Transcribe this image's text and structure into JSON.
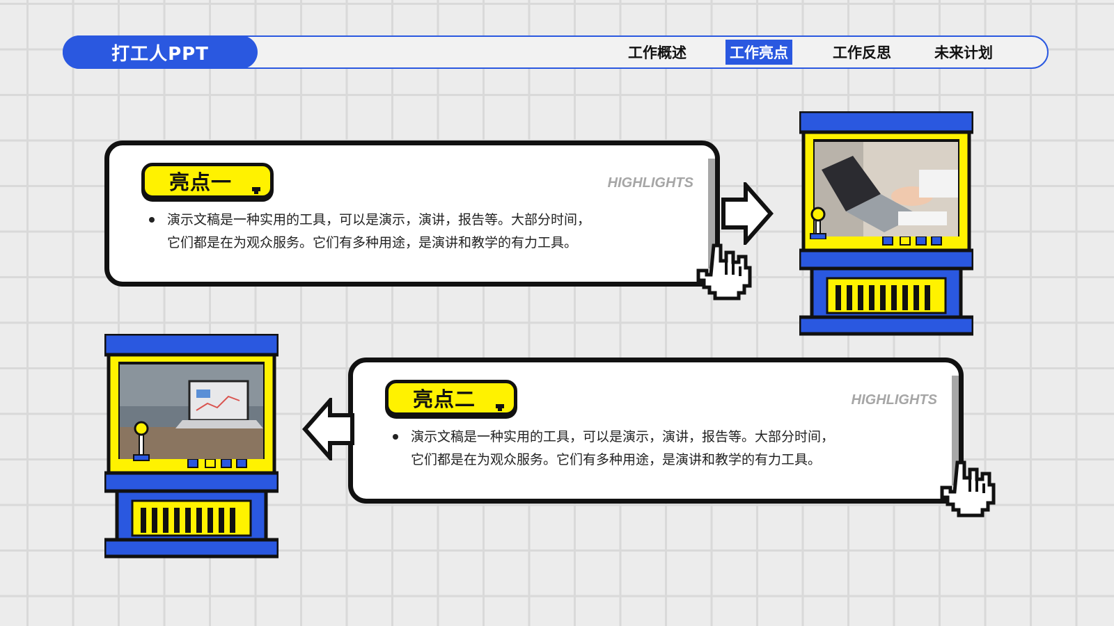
{
  "nav": {
    "brand": "打工人PPT",
    "items": [
      {
        "label": "工作概述",
        "active": false
      },
      {
        "label": "工作亮点",
        "active": true
      },
      {
        "label": "工作反思",
        "active": false
      },
      {
        "label": "未来计划",
        "active": false
      }
    ]
  },
  "highlights": [
    {
      "title": "亮点一",
      "tag": "HIGHLIGHTS",
      "line1": "演示文稿是一种实用的工具，可以是演示，演讲，报告等。大部分时间，",
      "line2": "它们都是在为观众服务。它们有多种用途，是演讲和教学的有力工具。"
    },
    {
      "title": "亮点二",
      "tag": "HIGHLIGHTS",
      "line1": "演示文稿是一种实用的工具，可以是演示，演讲，报告等。大部分时间，",
      "line2": "它们都是在为观众服务。它们有多种用途，是演讲和教学的有力工具。"
    }
  ],
  "colors": {
    "accent_blue": "#2a58e0",
    "accent_yellow": "#fff200",
    "outline": "#111111",
    "grid_bg": "#ececec"
  },
  "icons": [
    "arrow-right-icon",
    "arrow-left-icon",
    "hand-cursor-icon",
    "arcade-machine-icon",
    "joystick-icon"
  ]
}
